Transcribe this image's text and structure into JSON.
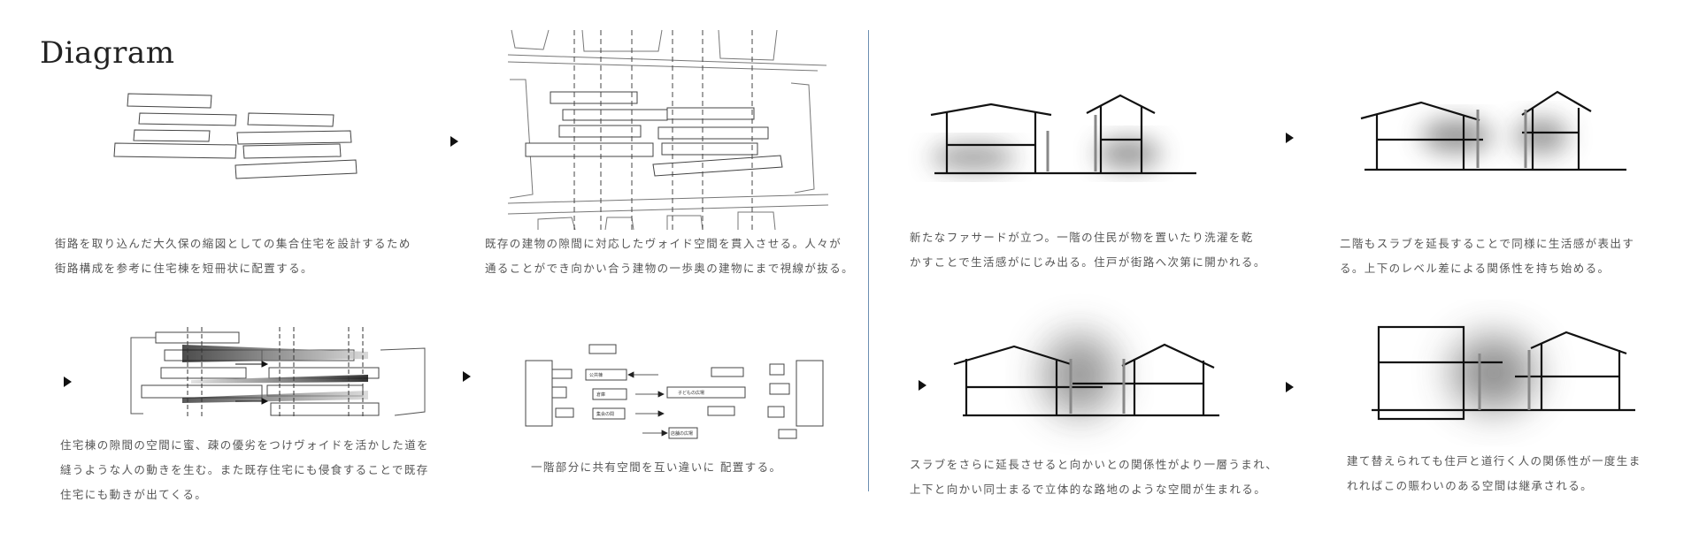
{
  "title": "Diagram",
  "captions": {
    "c1": [
      "街路を取り込んだ大久保の縮図としての集合住宅を設計するため",
      "街路構成を参考に住宅棟を短冊状に配置する。"
    ],
    "c2": [
      "既存の建物の隙間に対応したヴォイド空間を貫入させる。人々が",
      "通ることができ向かい合う建物の一歩奥の建物にまで視線が抜る。"
    ],
    "c3": [
      "住宅棟の隙間の空間に蜜、疎の優劣をつけヴォイドを活かした道を",
      "縫うような人の動きを生む。また既存住宅にも侵食することで既存",
      "住宅にも動きが出てくる。"
    ],
    "c4": [
      "一階部分に共有空間を互い違いに 配置する。"
    ],
    "c5": [
      "新たなファサードが立つ。一階の住民が物を置いたり洗濯を乾",
      "かすことで生活感がにじみ出る。住戸が街路へ次第に開かれる。"
    ],
    "c6": [
      "二階もスラブを延長することで同様に生活感が表出す",
      "る。上下のレベル差による関係性を持ち始める。"
    ],
    "c7": [
      "スラブをさらに延長させると向かいとの関係性がより一層うまれ、",
      "上下と向かい同士まるで立体的な路地のような空間が生まれる。"
    ],
    "c8": [
      "建て替えられても住戸と道行く人の関係性が一度生ま",
      "れればこの賑わいのある空間は継承される。"
    ]
  },
  "plan_labels": [
    "公共棟",
    "倉庫",
    "子どもの広場",
    "集会の間",
    "店舗の広場"
  ],
  "colors": {
    "divider": "#6d8fb1",
    "line": "#111111",
    "shadow": "#444444"
  }
}
